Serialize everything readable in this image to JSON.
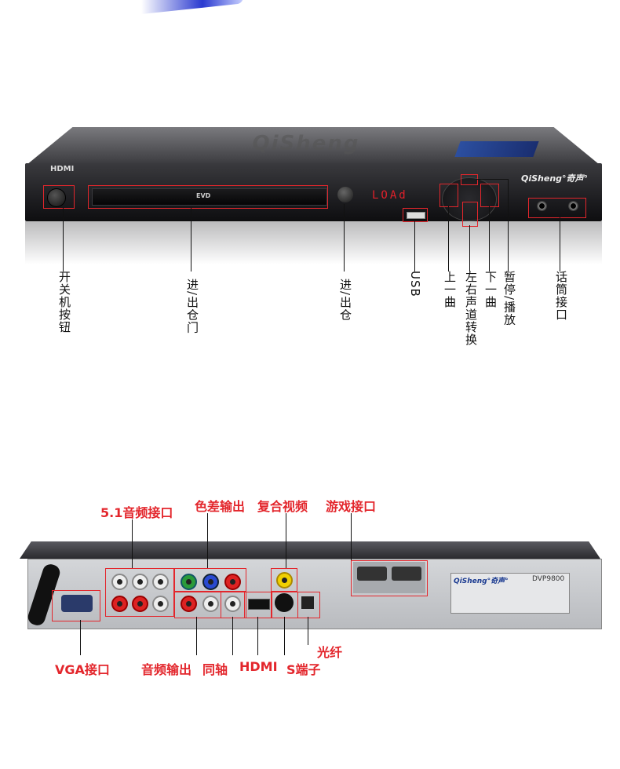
{
  "front": {
    "display_text": "LOAd",
    "slot_text": "EVD",
    "brand": "QiSheng°奇声°",
    "brand_watermark": "QiSheng",
    "hdmi_logo": "HDMI"
  },
  "front_labels": [
    "开关机按钮",
    "进/出仓门",
    "进/出仓",
    "USB",
    "上一曲",
    "左右声道转换",
    "下一曲",
    "暂停/播放",
    "话筒接口"
  ],
  "back": {
    "brand": "QiSheng°奇声°",
    "model": "DVP9800"
  },
  "back_labels": {
    "audio51": "5.1音频接口",
    "component": "色差输出",
    "composite": "复合视频",
    "game": "游戏接口",
    "optical": "光纤",
    "vga": "VGA接口",
    "audio_out": "音频输出",
    "coaxial": "同轴",
    "hdmi": "HDMI",
    "svideo": "S端子"
  },
  "colors": {
    "highlight": "#e3262c",
    "text": "#111111"
  }
}
